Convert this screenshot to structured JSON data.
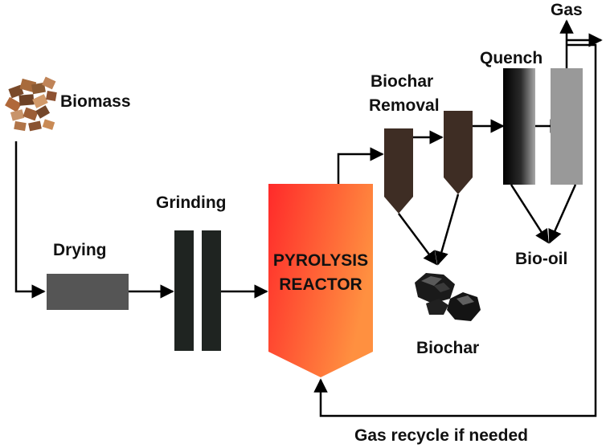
{
  "labels": {
    "biomass": "Biomass",
    "drying": "Drying",
    "grinding": "Grinding",
    "reactor_line1": "PYROLYSIS",
    "reactor_line2": "REACTOR",
    "biochar_removal_line1": "Biochar",
    "biochar_removal_line2": "Removal",
    "quench": "Quench",
    "gas": "Gas",
    "bio_oil": "Bio-oil",
    "biochar": "Biochar",
    "gas_recycle": "Gas recycle if needed"
  },
  "icons": {
    "biomass": "wood-chips-icon",
    "biochar": "charcoal-lumps-icon"
  },
  "colors": {
    "dryer": "#555555",
    "grinder": "#1f2421",
    "reactor_top": "#ff2a2a",
    "reactor_bottom": "#ff8a3d",
    "cyclone": "#3e2d24",
    "quench_dark": "#000000",
    "quench_light": "#9a9a9a",
    "condenser": "#999999",
    "line": "#000000"
  }
}
